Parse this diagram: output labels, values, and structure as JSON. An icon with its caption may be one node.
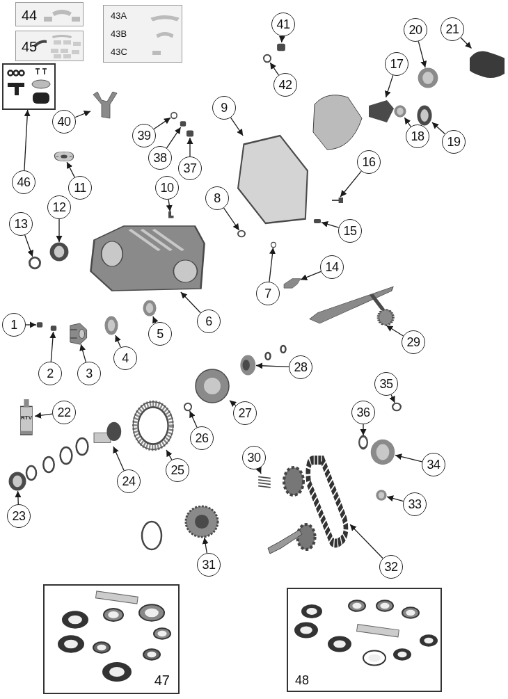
{
  "diagram": {
    "nodes": [
      {
        "text": [
          "44"
        ]
      },
      {
        "text": [
          "45"
        ]
      },
      {
        "text": [
          "43A",
          "43B",
          "43C"
        ]
      },
      {
        "text": [],
        "shape": "picture"
      },
      {
        "text": [
          "46"
        ]
      },
      {
        "text": [
          "41"
        ]
      },
      {
        "text": [],
        "shape": "box"
      },
      {
        "text": [
          "42"
        ]
      },
      {
        "text": [],
        "shape": "circle"
      },
      {
        "text": [
          "40"
        ]
      },
      {
        "text": [],
        "shape": "picture"
      },
      {
        "text": [
          "39"
        ]
      },
      {
        "text": [],
        "shape": "circle"
      },
      {
        "text": [
          "38"
        ]
      },
      {
        "text": [],
        "shape": "box"
      },
      {
        "text": [
          "37"
        ]
      },
      {
        "text": [],
        "shape": "box"
      },
      {
        "text": [
          "9"
        ]
      },
      {
        "text": [],
        "shape": "picture"
      },
      {
        "text": [
          "17"
        ]
      },
      {
        "text": [],
        "shape": "picture"
      },
      {
        "text": [
          "20"
        ]
      },
      {
        "text": [],
        "shape": "picture"
      },
      {
        "text": [
          "21"
        ]
      },
      {
        "text": [],
        "shape": "picture"
      },
      {
        "text": [
          "18"
        ]
      },
      {
        "text": [],
        "shape": "picture"
      },
      {
        "text": [
          "19"
        ]
      },
      {
        "text": [],
        "shape": "picture"
      },
      {
        "text": [
          "11"
        ]
      },
      {
        "text": [],
        "shape": "picture"
      },
      {
        "text": [
          "10"
        ]
      },
      {
        "text": [],
        "shape": "picture"
      },
      {
        "text": [
          "12"
        ]
      },
      {
        "text": [],
        "shape": "picture"
      },
      {
        "text": [
          "13"
        ]
      },
      {
        "text": [],
        "shape": "circle"
      },
      {
        "text": [
          "8"
        ]
      },
      {
        "text": [],
        "shape": "circle"
      },
      {
        "text": [
          "16"
        ]
      },
      {
        "text": [],
        "shape": "picture"
      },
      {
        "text": [
          "15"
        ]
      },
      {
        "text": [],
        "shape": "box"
      },
      {
        "text": [
          "7"
        ]
      },
      {
        "text": [],
        "shape": "circle"
      },
      {
        "text": [
          "14"
        ]
      },
      {
        "text": [],
        "shape": "picture"
      },
      {
        "text": [
          "6"
        ]
      },
      {
        "text": [],
        "shape": "picture"
      },
      {
        "text": [
          "5"
        ]
      },
      {
        "text": [],
        "shape": "picture"
      },
      {
        "text": [
          "4"
        ]
      },
      {
        "text": [],
        "shape": "picture"
      },
      {
        "text": [
          "3"
        ]
      },
      {
        "text": [],
        "shape": "picture"
      },
      {
        "text": [
          "2"
        ]
      },
      {
        "text": [],
        "shape": "box"
      },
      {
        "text": [
          "1"
        ]
      },
      {
        "text": [],
        "shape": "box"
      },
      {
        "text": [
          "29"
        ]
      },
      {
        "text": [],
        "shape": "picture"
      },
      {
        "text": [
          "28"
        ]
      },
      {
        "text": [],
        "shape": "picture"
      },
      {
        "text": [
          "27"
        ]
      },
      {
        "text": [],
        "shape": "picture"
      },
      {
        "text": [
          "26"
        ]
      },
      {
        "text": [],
        "shape": "circle"
      },
      {
        "text": [
          "22"
        ]
      },
      {
        "text": [],
        "shape": "picture"
      },
      {
        "text": [
          "25"
        ]
      },
      {
        "text": [],
        "shape": "picture"
      },
      {
        "text": [
          "24"
        ]
      },
      {
        "text": [],
        "shape": "picture"
      },
      {
        "text": [
          "23"
        ]
      },
      {
        "text": [],
        "shape": "picture"
      },
      {
        "text": [
          "30"
        ]
      },
      {
        "text": [],
        "shape": "picture"
      },
      {
        "text": [
          "36"
        ]
      },
      {
        "text": [],
        "shape": "circle"
      },
      {
        "text": [
          "35"
        ]
      },
      {
        "text": [],
        "shape": "circle"
      },
      {
        "text": [
          "34"
        ]
      },
      {
        "text": [],
        "shape": "picture"
      },
      {
        "text": [
          "33"
        ]
      },
      {
        "text": [],
        "shape": "picture"
      },
      {
        "text": [
          "32"
        ]
      },
      {
        "text": [],
        "shape": "picture"
      },
      {
        "text": [
          "31"
        ]
      },
      {
        "text": [],
        "shape": "picture"
      },
      {
        "text": [
          "47"
        ]
      },
      {
        "text": [
          "48"
        ]
      }
    ],
    "edges": [
      {
        "from": 4,
        "to": 3,
        "arrow": "to"
      },
      {
        "from": 5,
        "to": 6,
        "arrow": "to"
      },
      {
        "from": 7,
        "to": 8,
        "arrow": "to"
      },
      {
        "from": 9,
        "to": 10,
        "arrow": "to"
      },
      {
        "from": 11,
        "to": 12,
        "arrow": "to"
      },
      {
        "from": 13,
        "to": 14,
        "arrow": "to"
      },
      {
        "from": 15,
        "to": 16,
        "arrow": "to"
      },
      {
        "from": 17,
        "to": 18,
        "arrow": "to"
      },
      {
        "from": 19,
        "to": 20,
        "arrow": "to"
      },
      {
        "from": 21,
        "to": 22,
        "arrow": "to"
      },
      {
        "from": 23,
        "to": 24,
        "arrow": "to"
      },
      {
        "from": 25,
        "to": 26,
        "arrow": "to"
      },
      {
        "from": 27,
        "to": 28,
        "arrow": "to"
      },
      {
        "from": 29,
        "to": 30,
        "arrow": "to"
      },
      {
        "from": 31,
        "to": 32,
        "arrow": "to"
      },
      {
        "from": 33,
        "to": 34,
        "arrow": "to"
      },
      {
        "from": 35,
        "to": 36,
        "arrow": "to"
      },
      {
        "from": 37,
        "to": 38,
        "arrow": "to"
      },
      {
        "from": 39,
        "to": 40,
        "arrow": "to"
      },
      {
        "from": 41,
        "to": 42,
        "arrow": "to"
      },
      {
        "from": 43,
        "to": 44,
        "arrow": "to"
      },
      {
        "from": 45,
        "to": 46,
        "arrow": "to"
      },
      {
        "from": 47,
        "to": 48,
        "arrow": "to"
      },
      {
        "from": 49,
        "to": 50,
        "arrow": "to"
      },
      {
        "from": 51,
        "to": 52,
        "arrow": "to"
      },
      {
        "from": 53,
        "to": 54,
        "arrow": "to"
      },
      {
        "from": 55,
        "to": 56,
        "arrow": "to"
      },
      {
        "from": 57,
        "to": 58,
        "arrow": "to"
      },
      {
        "from": 59,
        "to": 60,
        "arrow": "to"
      },
      {
        "from": 61,
        "to": 62,
        "arrow": "to"
      },
      {
        "from": 63,
        "to": 64,
        "arrow": "to"
      },
      {
        "from": 65,
        "to": 66,
        "arrow": "to"
      },
      {
        "from": 67,
        "to": 68,
        "arrow": "to"
      },
      {
        "from": 69,
        "to": 70,
        "arrow": "to"
      },
      {
        "from": 71,
        "to": 72,
        "arrow": "to"
      },
      {
        "from": 73,
        "to": 74,
        "arrow": "to"
      },
      {
        "from": 75,
        "to": 76,
        "arrow": "to"
      },
      {
        "from": 77,
        "to": 78,
        "arrow": "to"
      },
      {
        "from": 79,
        "to": 80,
        "arrow": "to"
      },
      {
        "from": 81,
        "to": 82,
        "arrow": "to"
      },
      {
        "from": 83,
        "to": 84,
        "arrow": "to"
      },
      {
        "from": 85,
        "to": 86,
        "arrow": "to"
      },
      {
        "from": 87,
        "to": 88,
        "arrow": "to"
      }
    ],
    "labels": [
      "RTV"
    ]
  }
}
